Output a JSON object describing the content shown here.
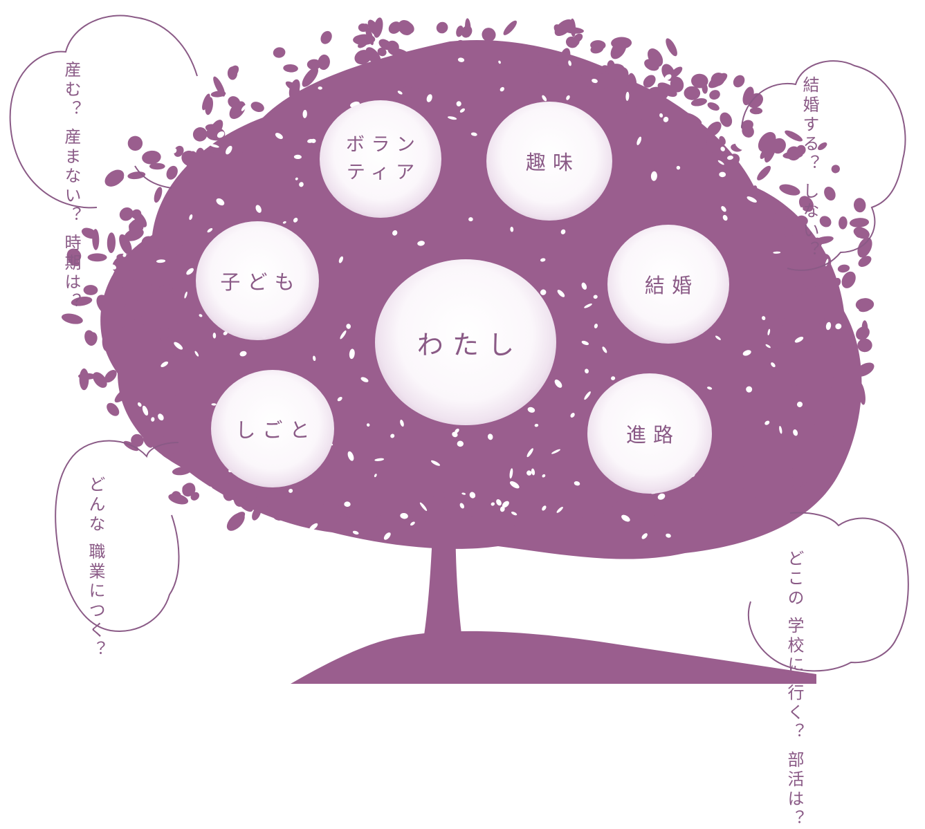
{
  "colors": {
    "tree": "#9a5e8e",
    "text": "#8a5a86",
    "cloud_stroke": "#8a5a86"
  },
  "center": {
    "label": "わたし"
  },
  "bubbles": [
    {
      "id": "volunteer",
      "lines": [
        "ボラン",
        "ティア"
      ]
    },
    {
      "id": "hobby",
      "lines": [
        "趣味"
      ]
    },
    {
      "id": "children",
      "lines": [
        "子ども"
      ]
    },
    {
      "id": "marriage",
      "lines": [
        "結婚"
      ]
    },
    {
      "id": "work",
      "lines": [
        "しごと"
      ]
    },
    {
      "id": "course",
      "lines": [
        "進路"
      ]
    }
  ],
  "clouds": [
    {
      "id": "children-question",
      "lines": [
        "産む？",
        "産まない？",
        "時期は？"
      ]
    },
    {
      "id": "marriage-question",
      "lines": [
        "結婚する？",
        "しない？"
      ]
    },
    {
      "id": "work-question",
      "lines": [
        "どんな",
        "職業につく？"
      ]
    },
    {
      "id": "course-question",
      "lines": [
        "どこの",
        "学校に",
        "行く？",
        "部活は？"
      ]
    }
  ]
}
